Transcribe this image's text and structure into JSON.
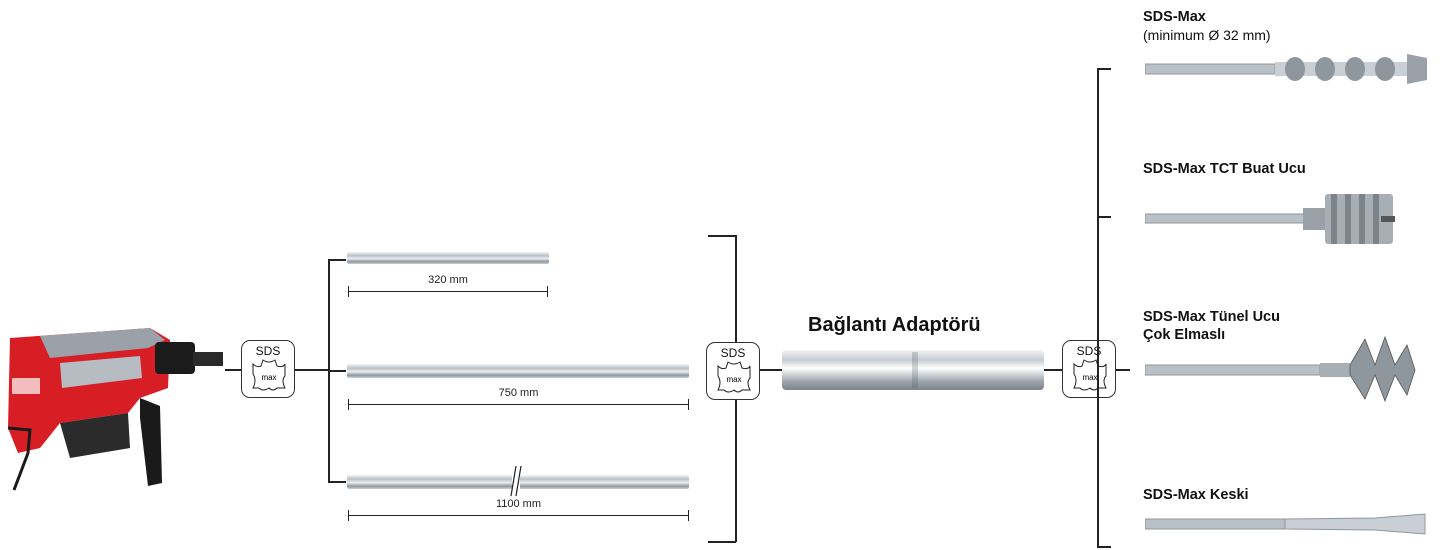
{
  "sds_symbol": {
    "top": "SDS",
    "bottom": "max"
  },
  "extensions": [
    {
      "length_label": "320 mm"
    },
    {
      "length_label": "750 mm"
    },
    {
      "length_label": "1100 mm"
    }
  ],
  "adapter_label": "Bağlantı Adaptörü",
  "bits": [
    {
      "title": "SDS-Max",
      "subtitle": "(minimum Ø 32 mm)"
    },
    {
      "title": "SDS-Max TCT Buat Ucu"
    },
    {
      "title": "SDS-Max Tünel Ucu",
      "title2": "Çok Elmaslı"
    },
    {
      "title": "SDS-Max Keski"
    }
  ],
  "colors": {
    "tool_red": "#d81e25",
    "line": "#222222",
    "steel": "#b9c0c6"
  },
  "icons": [
    "rotary-hammer-image",
    "sds-max-icon",
    "extension-rod",
    "adapter-image",
    "drill-bit-image",
    "core-bit-image",
    "tunnel-bit-image",
    "chisel-image"
  ]
}
